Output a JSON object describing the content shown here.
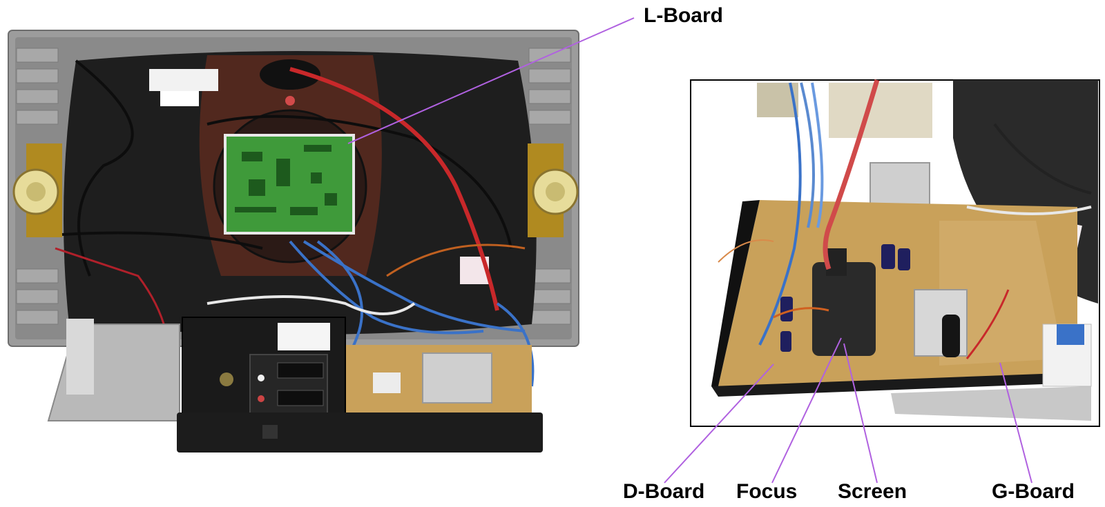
{
  "labels": {
    "l_board": "L-Board",
    "d_board": "D-Board",
    "focus": "Focus",
    "screen": "Screen",
    "g_board": "G-Board"
  },
  "colors": {
    "leader_line": "#b061e0",
    "cabinet": "#9a9a9a",
    "crt_back": "#1e1e1e",
    "pcb_green": "#3f9a3a",
    "pcb_tan": "#c9a15a",
    "red_wire": "#c8282a",
    "blue_wire": "#3a72c8"
  }
}
